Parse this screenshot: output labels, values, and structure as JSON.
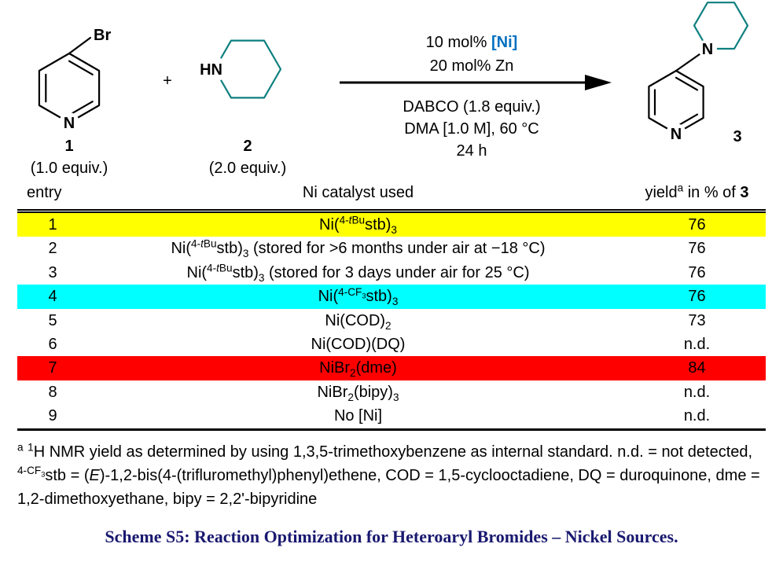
{
  "colors": {
    "ni_blue": "#0070C0",
    "amine_teal": "#0e7f7f",
    "caption_blue": "#191970",
    "highlight_yellow": "#ffff00",
    "highlight_cyan": "#00ffff",
    "highlight_red": "#ff0000"
  },
  "scheme": {
    "reactant1": {
      "atom_br": "Br",
      "atom_n": "N",
      "label": "1",
      "equiv": "(1.0 equiv.)"
    },
    "plus": "+",
    "reactant2": {
      "atom_hn": "HN",
      "label": "2",
      "equiv": "(2.0 equiv.)"
    },
    "conditions": {
      "line1_pre": "10 mol% ",
      "line1_ni": "[Ni]",
      "line2": "20 mol% Zn",
      "line3": "DABCO (1.8 equiv.)",
      "line4": "DMA [1.0 M], 60 °C",
      "line5": "24 h"
    },
    "product": {
      "atom_n_pip": "N",
      "atom_n_pyr": "N",
      "label": "3"
    }
  },
  "table": {
    "headers": {
      "entry": "entry",
      "catalyst": "Ni catalyst used",
      "yield_html": "yield<sup>a</sup> in % of <b>3</b>"
    },
    "rows": [
      {
        "entry": "1",
        "catalyst_html": "Ni(<sup>4-<i>t</i>Bu</sup>stb)<sub>3</sub>",
        "yield": "76",
        "highlight": "#ffff00"
      },
      {
        "entry": "2",
        "catalyst_html": "Ni(<sup>4-<i>t</i>Bu</sup>stb)<sub>3</sub> (stored for >6 months under air at −18 °C)",
        "yield": "76",
        "highlight": ""
      },
      {
        "entry": "3",
        "catalyst_html": "Ni(<sup>4-<i>t</i>Bu</sup>stb)<sub>3</sub> (stored for 3 days under air for 25 °C)",
        "yield": "76",
        "highlight": ""
      },
      {
        "entry": "4",
        "catalyst_html": "Ni(<sup>4-CF<sub>3</sub></sup>stb)<sub>3</sub>",
        "yield": "76",
        "highlight": "#00ffff"
      },
      {
        "entry": "5",
        "catalyst_html": "Ni(COD)<sub>2</sub>",
        "yield": "73",
        "highlight": ""
      },
      {
        "entry": "6",
        "catalyst_html": "Ni(COD)(DQ)",
        "yield": "n.d.",
        "highlight": ""
      },
      {
        "entry": "7",
        "catalyst_html": "NiBr<sub>2</sub>(dme)",
        "yield": "84",
        "highlight": "#ff0000"
      },
      {
        "entry": "8",
        "catalyst_html": "NiBr<sub>2</sub>(bipy)<sub>3</sub>",
        "yield": "n.d.",
        "highlight": ""
      },
      {
        "entry": "9",
        "catalyst_html": "No [Ni]",
        "yield": "n.d.",
        "highlight": ""
      }
    ]
  },
  "footnote_html": "<sup>a</sup> <sup>1</sup>H NMR yield as determined by using 1,3,5-trimethoxybenzene as internal standard. n.d. = not detected, <sup>4-CF<sub>3</sub></sup>stb = (<i>E</i>)-1,2-bis(4-(trifluromethyl)phenyl)ethene, COD = 1,5-cyclooctadiene, DQ = duroquinone, dme = 1,2-dimethoxyethane, bipy = 2,2'-bipyridine",
  "caption": "Scheme S5: Reaction Optimization for Heteroaryl Bromides – Nickel Sources."
}
